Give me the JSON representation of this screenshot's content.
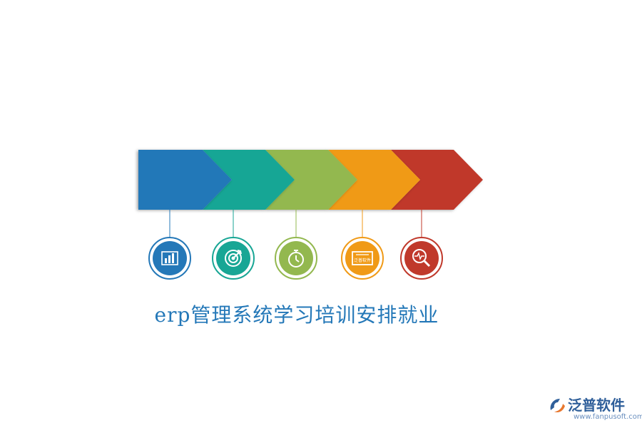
{
  "title": "erp管理系统学习培训安排就业",
  "steps": [
    {
      "color": "#2478b8",
      "icon": "bar-chart-icon"
    },
    {
      "color": "#18a695",
      "icon": "target-icon"
    },
    {
      "color": "#93b84f",
      "icon": "stopwatch-icon"
    },
    {
      "color": "#f09a17",
      "icon": "brand-board-icon"
    },
    {
      "color": "#c0392b",
      "icon": "search-pulse-icon"
    }
  ],
  "board_label": "泛普软件",
  "logo": {
    "name": "泛普软件",
    "url": "www.fanpusoft.com",
    "color": "#2f5f9a"
  }
}
